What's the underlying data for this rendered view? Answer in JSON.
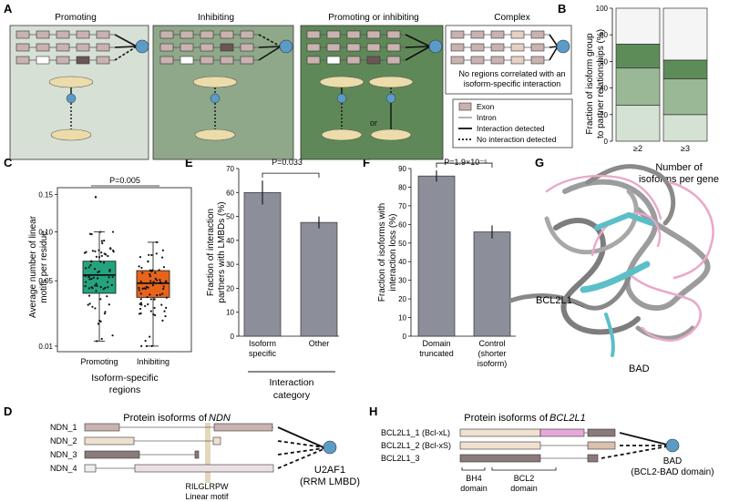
{
  "panel_labels": {
    "a": "A",
    "b": "B",
    "c": "C",
    "d": "D",
    "e": "E",
    "f": "F",
    "g": "G",
    "h": "H"
  },
  "panel_a": {
    "titles": [
      "Promoting",
      "Inhibiting",
      "Promoting or inhibiting",
      "Complex"
    ],
    "or_text": "or",
    "complex_note": [
      "No regions correlated with an",
      "isoform-specific interaction"
    ],
    "legend": [
      "Exon",
      "Intron",
      "Interaction detected",
      "No interaction detected"
    ],
    "colors": {
      "promoting_bg": "#d6e0d5",
      "inhibiting_bg": "#8fa889",
      "mixed_bg": "#5f8858",
      "complex_bg": "#ffffff",
      "exon": "#c9b2b0",
      "exon_dark": "#6b5656",
      "partner": "#5b9bc8",
      "protein": "#ecdcaa"
    }
  },
  "panel_b": {
    "ylabel": [
      "Fraction of isoform group",
      "to partner relationships (%)"
    ],
    "xlabel": [
      "Number of",
      "isoforms per gene"
    ],
    "ticks": [
      "0",
      "20",
      "40",
      "60",
      "80",
      "100"
    ],
    "chart_data": {
      "type": "bar",
      "stacked": true,
      "categories": [
        "≥2",
        "≥3"
      ],
      "ylim": [
        0,
        100
      ],
      "series": [
        {
          "values": [
            27,
            20
          ],
          "color": "#d4e2d3"
        },
        {
          "values": [
            28,
            27
          ],
          "color": "#9ab895"
        },
        {
          "values": [
            18,
            14
          ],
          "color": "#5e8c59"
        },
        {
          "values": [
            27,
            39
          ],
          "color": "#f5f5f5"
        }
      ]
    }
  },
  "panel_c": {
    "ylabel": [
      "Average number of linear",
      "motifs per residue"
    ],
    "xlabel": [
      "Isoform-specific",
      "regions"
    ],
    "pvalue": "P=0.005",
    "ticks": [
      "0.01",
      "0.05",
      "0.10",
      "0.15"
    ],
    "chart_data": {
      "type": "box",
      "categories": [
        "Promoting",
        "Inhibiting"
      ],
      "ylim": [
        0.01,
        0.15
      ],
      "yscale": "sqrt",
      "boxes": [
        {
          "category": "Promoting",
          "min": 0.012,
          "q1": 0.04,
          "median": 0.055,
          "q3": 0.068,
          "max": 0.1,
          "outlier": 0.146,
          "color": "#23a47e"
        },
        {
          "category": "Inhibiting",
          "min": 0.01,
          "q1": 0.037,
          "median": 0.048,
          "q3": 0.059,
          "max": 0.088,
          "color": "#e8641b"
        }
      ]
    }
  },
  "panel_e": {
    "ylabel": [
      "Fraction of interaction",
      "partners with LMBDs (%)"
    ],
    "xlabel": [
      "Interaction",
      "category"
    ],
    "pvalue": "P=0.033",
    "ticks": [
      "0",
      "10",
      "20",
      "30",
      "40",
      "50",
      "60",
      "70"
    ],
    "cat_labels": [
      [
        "Isoform",
        "specific"
      ],
      [
        "Other"
      ]
    ],
    "chart_data": {
      "type": "bar",
      "categories": [
        "Isoform specific",
        "Other"
      ],
      "values": [
        60,
        47.5
      ],
      "errors": [
        5,
        2.5
      ],
      "ylim": [
        0,
        70
      ],
      "color": "#8c8f99"
    }
  },
  "panel_f": {
    "ylabel": [
      "Fraction of isoforms with",
      "interaction loss (%)"
    ],
    "pvalue": "P=1.9×10⁻⁵",
    "ticks": [
      "0",
      "10",
      "20",
      "30",
      "40",
      "50",
      "60",
      "70",
      "80",
      "90"
    ],
    "cat_labels": [
      [
        "Domain",
        "truncated"
      ],
      [
        "Control",
        "(shorter",
        "isoform)"
      ]
    ],
    "chart_data": {
      "type": "bar",
      "categories": [
        "Domain truncated",
        "Control (shorter isoform)"
      ],
      "values": [
        86,
        56
      ],
      "errors": [
        3,
        3.5
      ],
      "ylim": [
        0,
        90
      ],
      "color": "#8c8f99"
    }
  },
  "panel_g": {
    "label_left": "BCL2L1",
    "label_bottom": "BAD"
  },
  "panel_d": {
    "title_prefix": "Protein isoforms of ",
    "gene": "NDN",
    "isoforms": [
      "NDN_1",
      "NDN_2",
      "NDN_3",
      "NDN_4"
    ],
    "motif": [
      "RILGLRPW",
      "Linear motif"
    ],
    "partner": [
      "U2AF1",
      "(RRM LMBD)"
    ]
  },
  "panel_h": {
    "title_prefix": "Protein isoforms of ",
    "gene": "BCL2L1",
    "isoforms": [
      "BCL2L1_1 (Bcl-xL)",
      "BCL2L1_2 (Bcl-xS)",
      "BCL2L1_3"
    ],
    "domains": [
      [
        "BH4",
        "domain"
      ],
      [
        "BCL2",
        "domain"
      ]
    ],
    "partner": [
      "BAD",
      "(BCL2-BAD domain)"
    ]
  }
}
